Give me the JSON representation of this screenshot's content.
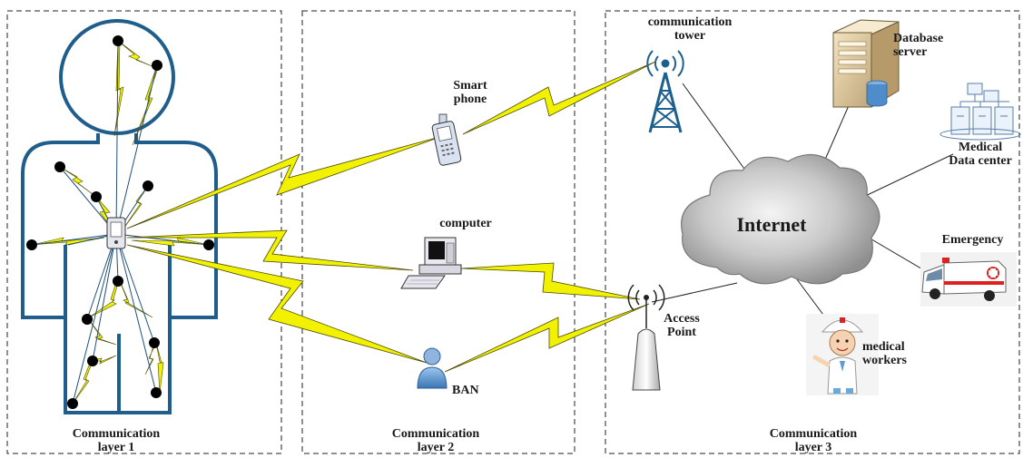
{
  "layers": {
    "layer1": "Communication\nlayer 1",
    "layer2": "Communication\nlayer 2",
    "layer3": "Communication\nlayer 3"
  },
  "devices": {
    "smart_phone": "Smart\nphone",
    "computer": "computer",
    "ban": "BAN",
    "access_point": "Access\nPoint",
    "communication_tower": "communication\ntower"
  },
  "cloud": {
    "internet": "Internet"
  },
  "services": {
    "database_server": "Database\nserver",
    "medical_data_center": "Medical\nData center",
    "emergency": "Emergency",
    "medical_workers": "medical\nworkers"
  },
  "colors": {
    "body_outline": "#1f5e8c",
    "sensor": "#000000",
    "lightning": "#f2f200",
    "lightning_stroke": "#4a4a00",
    "tower": "#1d5f8e",
    "cloud": "#b8b8b8"
  }
}
